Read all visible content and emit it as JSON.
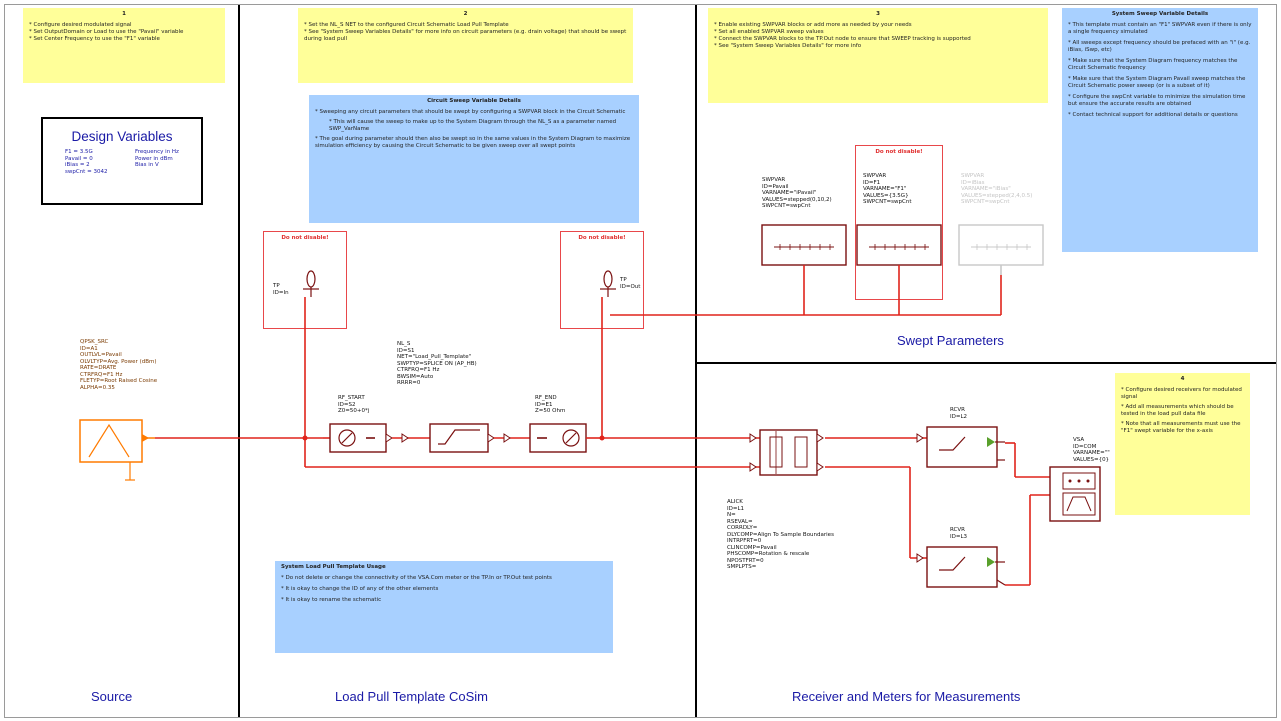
{
  "sections": [
    {
      "id": "source",
      "title": "Source"
    },
    {
      "id": "loadpull",
      "title": "Load Pull Template CoSim"
    },
    {
      "id": "swept",
      "title": "Swept Parameters"
    },
    {
      "id": "receiver",
      "title": "Receiver and Meters for Measurements"
    }
  ],
  "notes": {
    "n1": {
      "num": "1",
      "items": [
        "* Configure desired modulated signal",
        "* Set OutputDomain or Load to use the \"Pavail\" variable",
        "* Set Center Frequency to use the \"F1\" variable"
      ]
    },
    "n2": {
      "num": "2",
      "items": [
        "* Set the NL_S NET to the configured Circuit Schematic Load Pull Template",
        "* See \"System Sweep Variables Details\" for more info on circuit parameters (e.g. drain voltage) that should be swept during load pull"
      ]
    },
    "n3": {
      "num": "3",
      "items": [
        "* Enable existing SWPVAR blocks or add more as needed by your needs",
        "* Set all enabled SWPVAR sweep values",
        "* Connect the SWPVAR blocks to the TP.Out node to ensure that SWEEP tracking is supported",
        "* See \"System Sweep Variables Details\" for more info"
      ]
    },
    "n4": {
      "num": "4",
      "items": [
        "* Configure desired receivers for modulated signal",
        "* Add all measurements which should be tested in the load pull data file",
        "* Note that all measurements must use the \"F1\" swept variable for the x-axis"
      ]
    },
    "circuit": {
      "title": "Circuit Sweep Variable Details",
      "items": [
        "* Sweeping any circuit parameters that should be swept by configuring a SWPVAR block in the Circuit Schematic",
        "* This will cause the sweep to make up to the System Diagram through the NL_S as a parameter named SWP_VarName",
        "* The goal during parameter should then also be swept so in the same values in the System Diagram to maximize simulation efficiency by causing the Circuit Schematic to be given sweep over all swept points"
      ]
    },
    "system": {
      "title": "System Sweep Variable Details",
      "items": [
        "* This template must contain an \"F1\" SWPVAR even if there is only a single frequency simulated",
        "* All sweeps except frequency should be prefaced with an \"i\" (e.g. iBias, iSwp, etc)",
        "* Make sure that the System Diagram frequency matches the Circuit Schematic frequency",
        "* Make sure that the System Diagram Pavail sweep matches the Circuit Schematic power sweep (or is a subset of it)",
        "* Configure the swpCnt variable to minimize the simulation time but ensure the accurate results are obtained",
        "* Contact technical support for additional details or questions"
      ]
    },
    "usage": {
      "title": "System Load Pull Template Usage",
      "items": [
        "* Do not delete or change the connectivity of the VSA.Com meter or the TP.In or TP.Out test points",
        "* It is okay to change the ID of any of the other elements",
        "* It is okay to rename the schematic"
      ]
    }
  },
  "design_vars": {
    "title": "Design Variables",
    "left": [
      "F1 = 3.5G",
      "Pavail = 0",
      "iBias = 2",
      "swpCnt = 3042"
    ],
    "right": [
      "Frequency in Hz",
      "Power in dBm",
      "Bias in V"
    ]
  },
  "warnings": {
    "text": "Do not disable!"
  },
  "components": {
    "source": {
      "lines": [
        "QPSK_SRC",
        "ID=A1",
        "OUTLVL=Pavail",
        "OLVLTYP=Avg. Power (dBm)",
        "RATE=DRATE",
        "CTRFRQ=F1 Hz",
        "FLETYP=Root Raised Cosine",
        "ALPHA=0.35"
      ]
    },
    "tp_in": {
      "lines": [
        "TP",
        "ID=In"
      ]
    },
    "tp_out": {
      "lines": [
        "TP",
        "ID=Out"
      ]
    },
    "rf_start": {
      "lines": [
        "RF_START",
        "ID=S2",
        "Z0=50+0*j"
      ]
    },
    "nl_s": {
      "lines": [
        "NL_S",
        "ID=S1",
        "NET=\"Load_Pull_Template\"",
        "SWPTYP=SPLICE ON (AP_HB)",
        "CTRFRQ=F1 Hz",
        "BWSIM=Auto",
        "RRRR=0"
      ]
    },
    "rf_end": {
      "lines": [
        "RF_END",
        "ID=E1",
        "Z=50 Ohm"
      ]
    },
    "swp1": {
      "lines": [
        "SWPVAR",
        "ID=Pavail",
        "VARNAME=\"iPavail\"",
        "VALUES=stepped(0,10,2)",
        "SWPCNT=swpCnt"
      ]
    },
    "swp2": {
      "lines": [
        "SWPVAR",
        "ID=F1",
        "VARNAME=\"F1\"",
        "VALUES={3.5G}",
        "SWPCNT=swpCnt"
      ]
    },
    "swp3": {
      "lines": [
        "SWPVAR",
        "ID=iBias",
        "VARNAME=\"iBias\"",
        "VALUES=stepped(2,4,0.5)",
        "SWPCNT=swpCnt"
      ]
    },
    "alick": {
      "lines": [
        "ALICK",
        "ID=L1",
        "N=",
        "RSEVAL=",
        "CORRDLY=",
        "DLYCOMP=Align To Sample Boundaries",
        "INTRPFRT=0",
        "CLINCOMP=Pavail",
        "PHSCOMP=Rotation & rescale",
        "NPOSTFRT=0",
        "SMPLPTS="
      ]
    },
    "rcvr1": {
      "lines": [
        "RCVR",
        "ID=L2"
      ]
    },
    "rcvr2": {
      "lines": [
        "RCVR",
        "ID=L3"
      ]
    },
    "vsa": {
      "lines": [
        "VSA",
        "ID=COM",
        "VARNAME=\"\"",
        "VALUES={0}"
      ]
    }
  }
}
